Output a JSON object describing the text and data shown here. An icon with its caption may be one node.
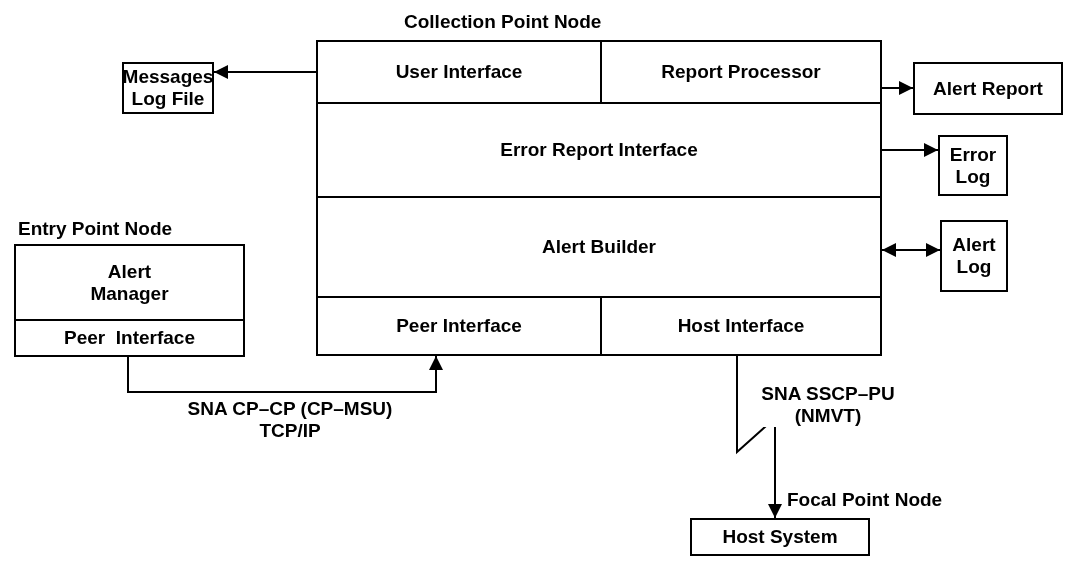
{
  "diagram": {
    "nodes": [
      {
        "text": [
          "Collection Point Node"
        ]
      },
      {
        "text": [
          "User Interface"
        ],
        "in": 0
      },
      {
        "text": [
          "Report Processor"
        ],
        "in": 0
      },
      {
        "text": [
          "Error Report Interface"
        ],
        "in": 0
      },
      {
        "text": [
          "Alert Builder"
        ],
        "in": 0
      },
      {
        "text": [
          "Peer Interface"
        ],
        "in": 0
      },
      {
        "text": [
          "Host Interface"
        ],
        "in": 0
      },
      {
        "text": [
          "Entry Point Node"
        ]
      },
      {
        "text": [
          "Alert Manager"
        ],
        "in": 7
      },
      {
        "text": [
          "Peer  Interface"
        ],
        "in": 7
      },
      {
        "text": [
          "Messages Log File"
        ]
      },
      {
        "text": [
          "Alert Report"
        ]
      },
      {
        "text": [
          "Error Log"
        ]
      },
      {
        "text": [
          "Alert Log"
        ]
      },
      {
        "text": [
          "Focal Point Node",
          "Host System"
        ]
      }
    ],
    "edges": [
      {
        "from": 1,
        "to": 10,
        "arrow": "to"
      },
      {
        "from": 2,
        "to": 11,
        "arrow": "to"
      },
      {
        "from": 3,
        "to": 12,
        "arrow": "to"
      },
      {
        "from": 4,
        "to": 13,
        "arrow": "both"
      },
      {
        "from": 9,
        "to": 5,
        "arrow": "to",
        "label": "SNA CP–CP (CP–MSU) TCP/IP"
      },
      {
        "from": 6,
        "to": 14,
        "arrow": "to",
        "label": "SNA SSCP–PU (NMVT)"
      }
    ]
  }
}
